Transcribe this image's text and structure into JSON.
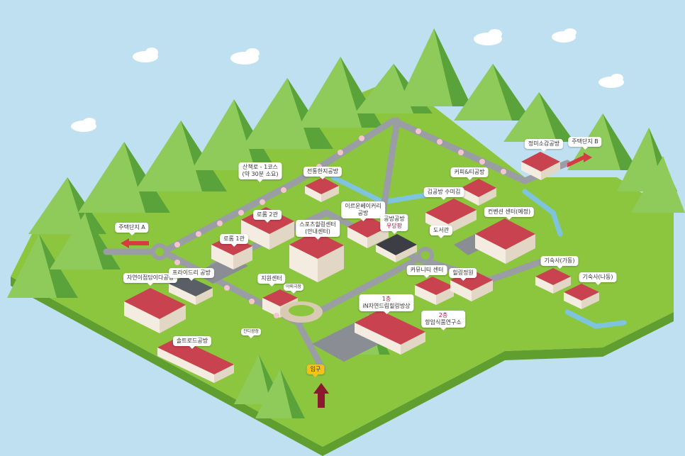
{
  "colors": {
    "sky": "#bfe0f0",
    "grass": "#8cc63f",
    "grass_side": "#5f9e2f",
    "mountain_light": "#8fcb5a",
    "mountain_dark": "#5aa33a",
    "road": "#9a9da3",
    "roof": "#c8434f",
    "wall": "#f4ece0",
    "water": "#7fc4df",
    "highlight_text": "#b5123a",
    "entrance_badge": "#f2c21b",
    "route_arrow": "#8b1a2e"
  },
  "labels": {
    "walk_course": "산책로 - 1코스",
    "walk_course_time": "(약 30분 소요)",
    "hanji_workshop": "전통한지공방",
    "housing_a": "주택단지 A",
    "housing_b": "주택단지 B",
    "locomotive_2": "로롬 2관",
    "locomotive_1": "로롬 1관",
    "sports_center": "스포츠힐링센터",
    "info_center": "(안내센터)",
    "bakery_workshop": "이르운베이커리",
    "bakery_workshop_2": "공방",
    "healing_workshop": "공방공방",
    "healing_workshop_sub": "우당팡",
    "coffee_tea_workshop": "커피&티공방",
    "jangmi_workshop": "정미소감공방",
    "gimgongbang": "김공방 수미김",
    "library": "도서관",
    "convention_center": "컨벤션 센터(예정)",
    "nature_workshop": "자연이점담이다공방",
    "price_workshop": "프라이드리 공방",
    "support_center": "지원센터",
    "outdoor_stage": "야외극장",
    "community_center": "커뮤니티 센터",
    "healing_garden": "힐링정원",
    "dorm_ga": "기숙사(가동)",
    "dorm_na": "기숙사(나동)",
    "healing_house_1": "1층",
    "healing_house_1_name": "iN자연드림힐링방상",
    "healing_house_2": "2층",
    "healing_house_2_name": "항암식품연구소",
    "plaza": "잔디광장",
    "soltoro_workshop": "솔트로드공방",
    "entrance": "입구"
  }
}
